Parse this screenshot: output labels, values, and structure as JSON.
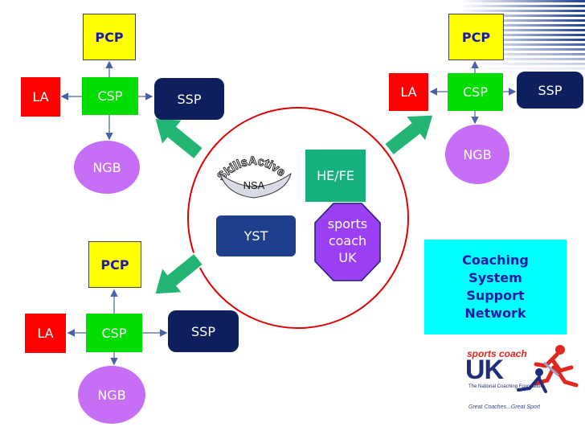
{
  "groups": {
    "top_left": {
      "pcp": "PCP",
      "la": "LA",
      "csp": "CSP",
      "ssp": "SSP",
      "ngb": "NGB"
    },
    "top_right": {
      "pcp": "PCP",
      "la": "LA",
      "csp": "CSP",
      "ssp": "SSP",
      "ngb": "NGB"
    },
    "bottom_left": {
      "pcp": "PCP",
      "la": "LA",
      "csp": "CSP",
      "ssp": "SSP",
      "ngb": "NGB"
    }
  },
  "center": {
    "skills_active_logo": "SkillsActive",
    "nsa": "NSA",
    "hefe": "HE/FE",
    "yst": "YST",
    "sports_coach_uk": [
      "sports",
      "coach",
      "UK"
    ]
  },
  "network_label": [
    "Coaching",
    "System",
    "Support",
    "Network"
  ],
  "logo": {
    "brand_line1": "sports coach",
    "brand_uk": "UK",
    "tagline": "The National Coaching Foundation",
    "slogan": "Great Coaches...Great Sport"
  },
  "colors": {
    "pcp": "#ffff00",
    "la": "#ff0000",
    "csp": "#00dd00",
    "ssp": "#0d1f5c",
    "ngb": "#c66ef5",
    "hefe": "#14b07e",
    "yst": "#1d3f8c",
    "circle": "#e00000",
    "arrow": "#22b573",
    "network_bg": "#00ffff"
  },
  "icons": {
    "arrow_top_left": "thick-green-arrow",
    "arrow_top_right": "thick-green-arrow",
    "arrow_bottom_left": "thick-green-arrow"
  }
}
